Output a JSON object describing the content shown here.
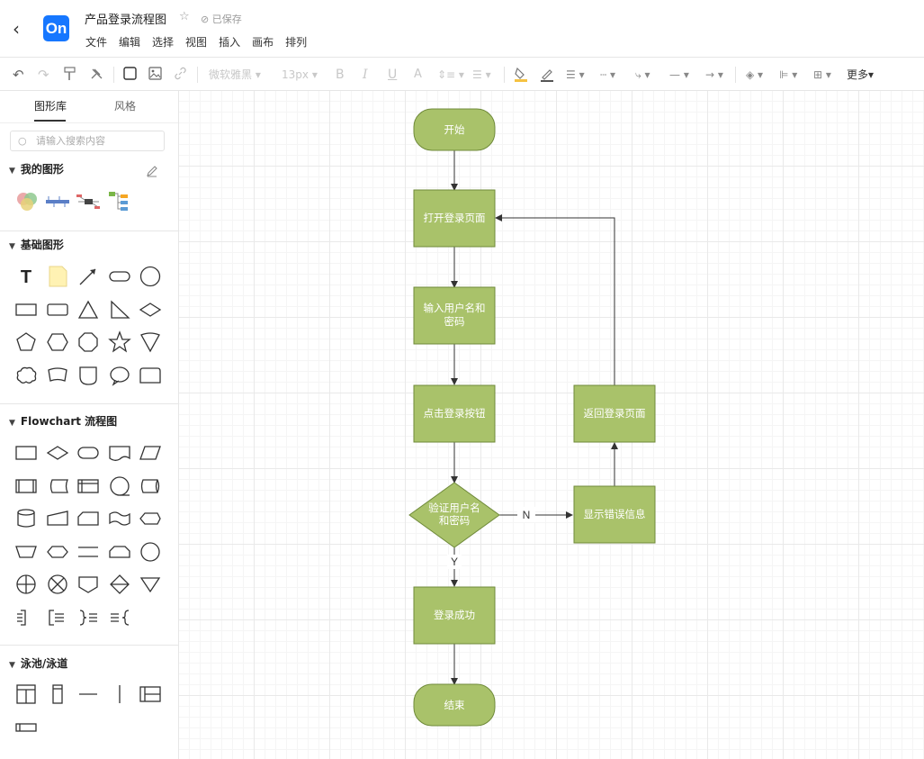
{
  "header": {
    "logo": "On",
    "title": "产品登录流程图",
    "saved": "已保存",
    "menu": [
      "文件",
      "编辑",
      "选择",
      "视图",
      "插入",
      "画布",
      "排列"
    ]
  },
  "toolbar": {
    "font_family": "微软雅黑",
    "font_size": "13px",
    "bold": "B",
    "italic": "I",
    "underline": "U",
    "font_color": "A",
    "more": "更多"
  },
  "sidebar": {
    "tabs": [
      "图形库",
      "风格"
    ],
    "search_placeholder": "请输入搜索内容",
    "sections": {
      "my_shapes": "我的图形",
      "basic": "基础图形",
      "flowchart": "Flowchart 流程图",
      "swimlane": "泳池/泳道"
    }
  },
  "flowchart": {
    "fill": "#a9c26a",
    "stroke": "#6f8a3a",
    "nodes": {
      "start": "开始",
      "open_login": "打开登录页面",
      "input_creds_1": "输入用户名和",
      "input_creds_2": "密码",
      "click_login": "点击登录按钮",
      "verify_1": "验证用户名",
      "verify_2": "和密码",
      "show_error": "显示错误信息",
      "return_login": "返回登录页面",
      "success": "登录成功",
      "end": "结束"
    },
    "edge_labels": {
      "no": "N",
      "yes": "Y"
    }
  }
}
